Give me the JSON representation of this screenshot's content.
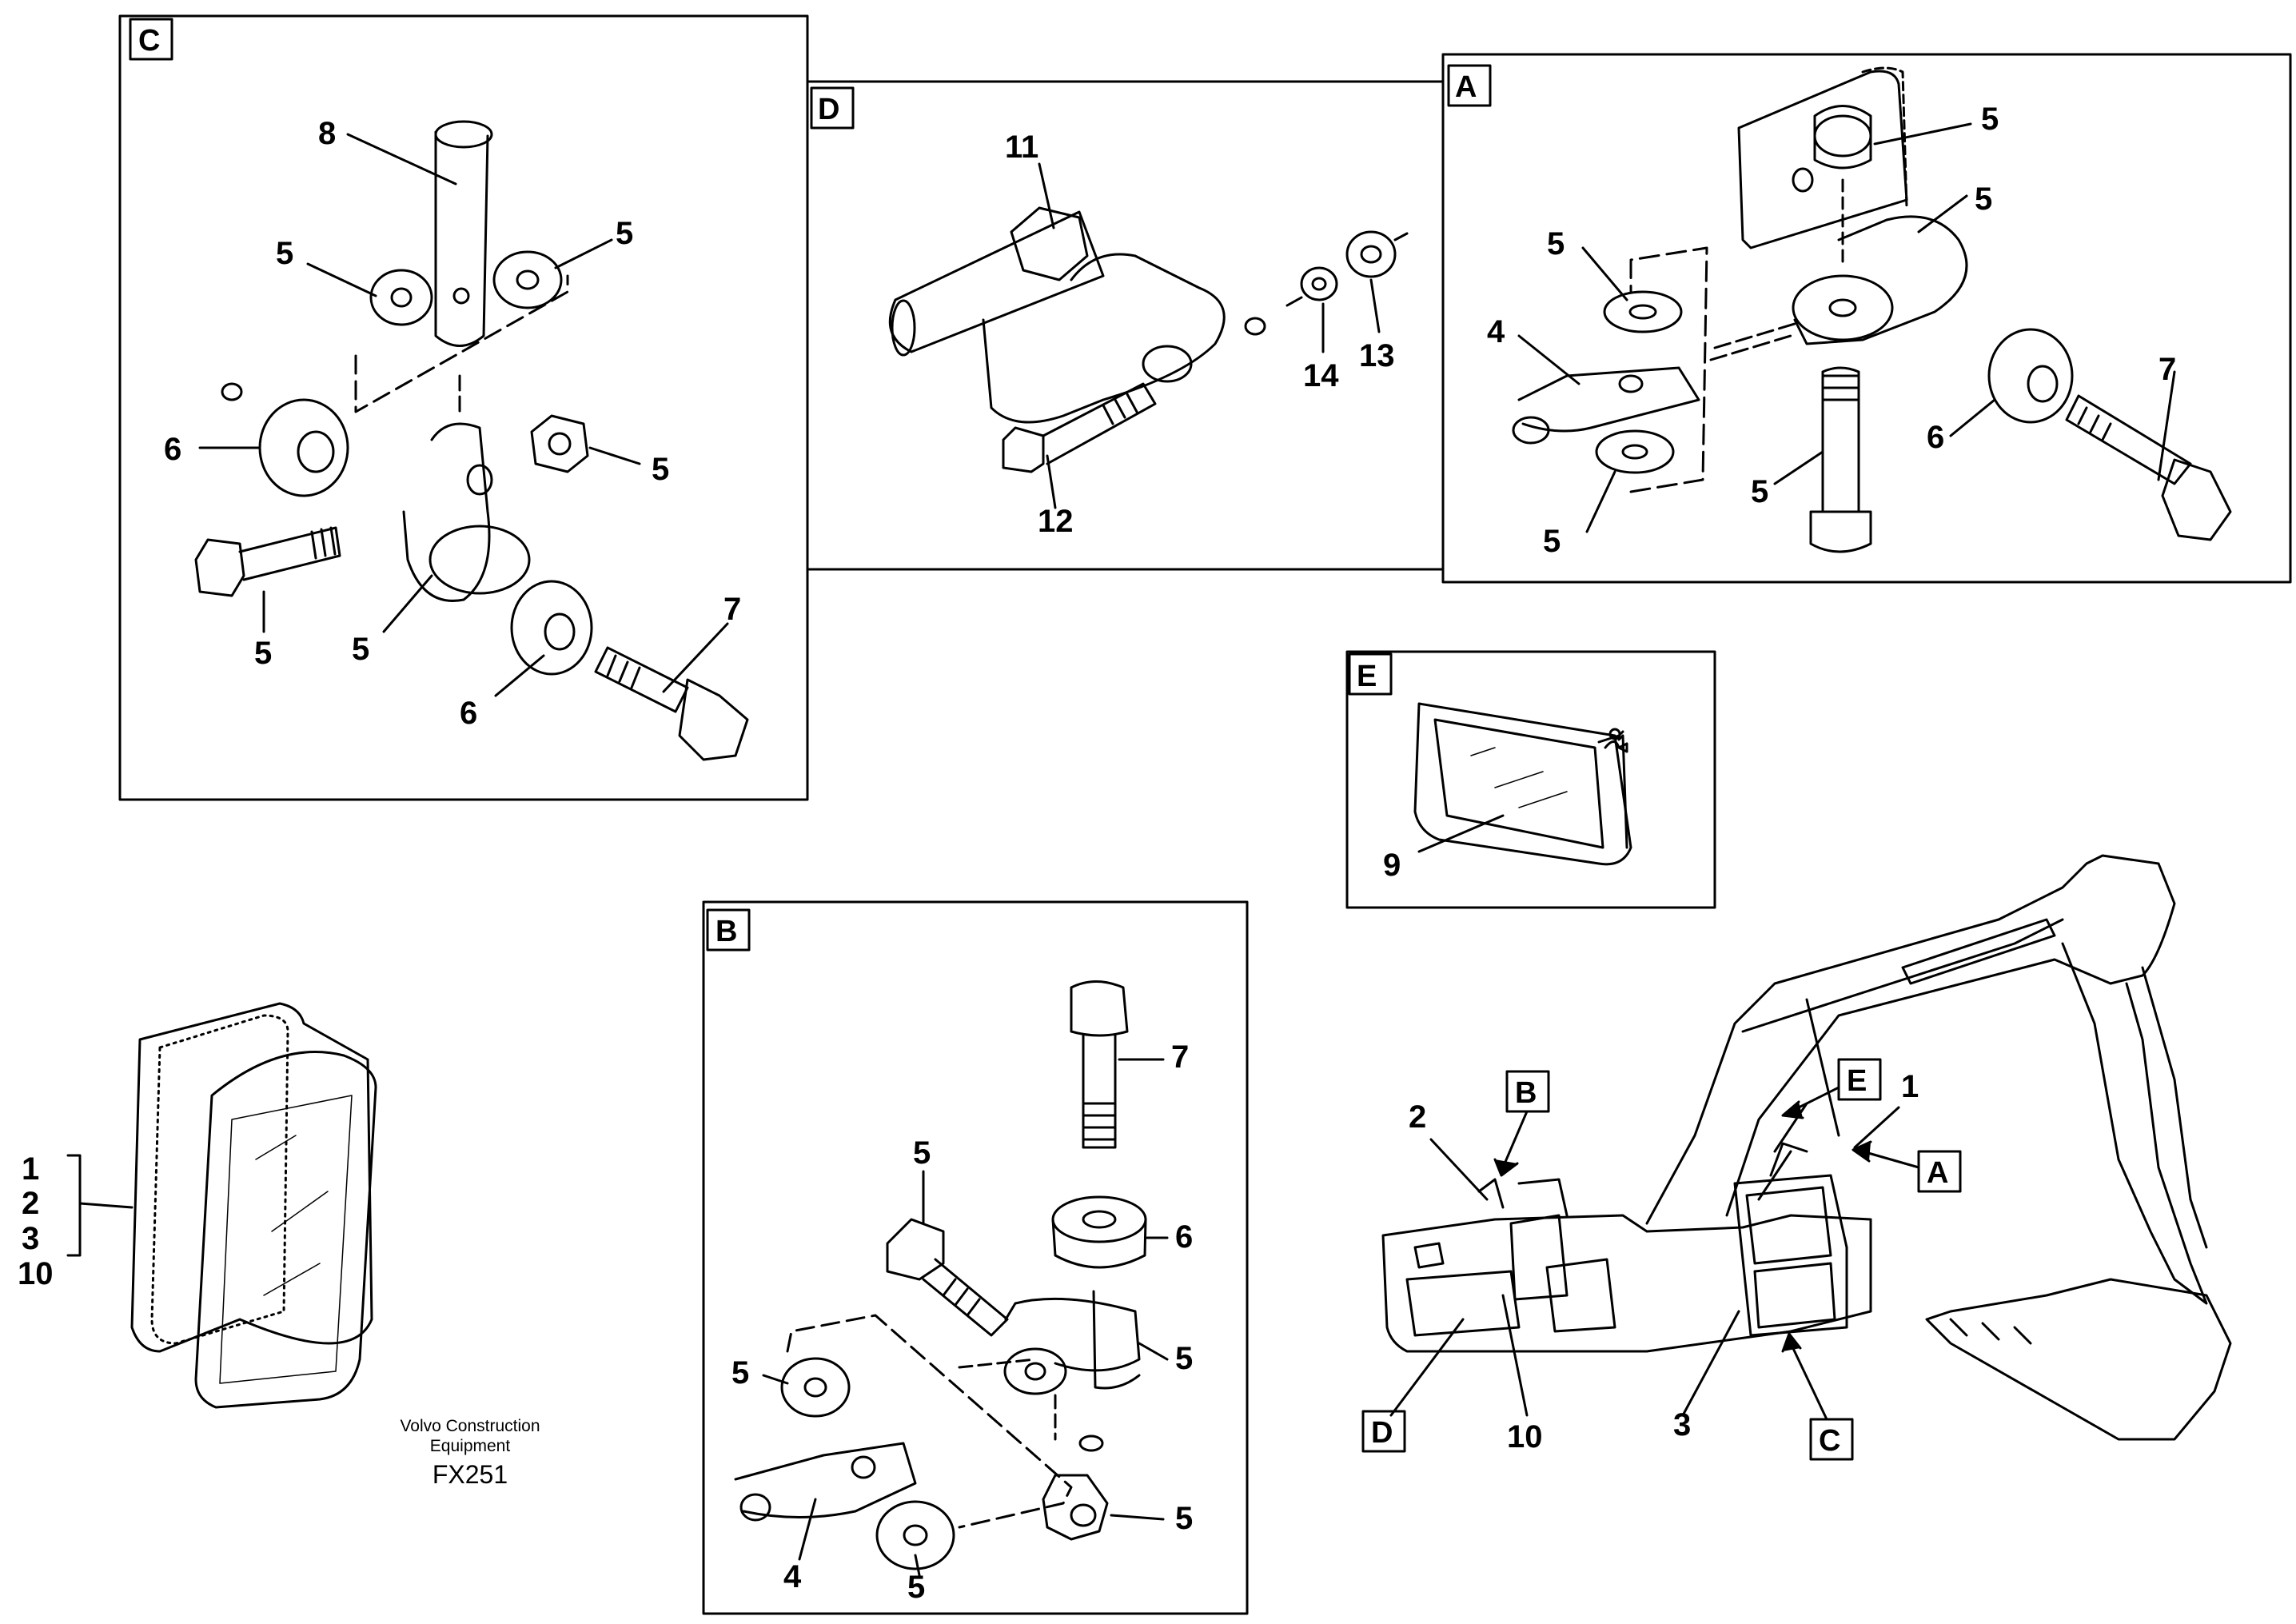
{
  "panels": {
    "C": {
      "letter": "C",
      "labels": [
        "8",
        "5",
        "5",
        "6",
        "5",
        "5",
        "5",
        "7",
        "6"
      ]
    },
    "D": {
      "letter": "D",
      "labels": [
        "11",
        "14",
        "13",
        "12"
      ]
    },
    "A": {
      "letter": "A",
      "labels": [
        "5",
        "5",
        "5",
        "4",
        "6",
        "7",
        "5",
        "5"
      ]
    },
    "E": {
      "letter": "E",
      "labels": [
        "9"
      ]
    },
    "B": {
      "letter": "B",
      "labels": [
        "7",
        "5",
        "6",
        "5",
        "5",
        "4",
        "5",
        "5"
      ]
    }
  },
  "lamp": {
    "labels": [
      "1",
      "2",
      "3",
      "10"
    ]
  },
  "caption": {
    "line1": "Volvo Construction",
    "line2": "Equipment",
    "code": "FX251"
  },
  "machine": {
    "callouts": [
      "B",
      "E",
      "A",
      "C",
      "D"
    ],
    "numbers": [
      "2",
      "1",
      "10",
      "3"
    ]
  }
}
